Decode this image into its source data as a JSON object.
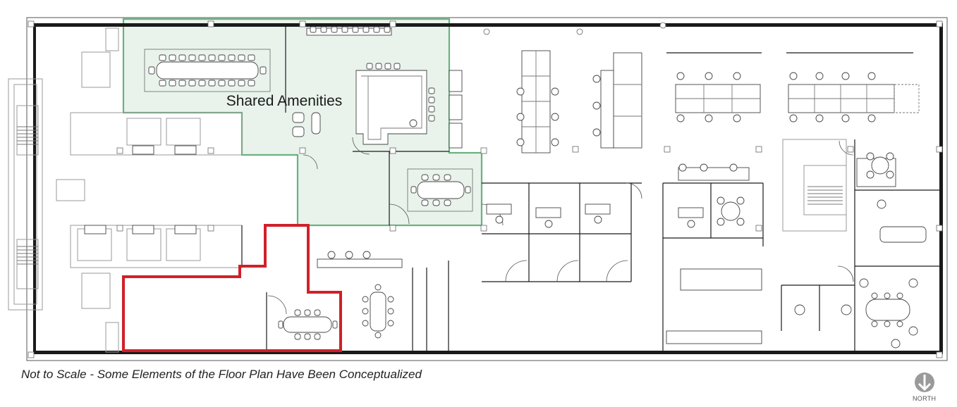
{
  "plan": {
    "shared_label": "Shared Amenities",
    "caption": "Not to Scale - Some Elements of the Floor Plan Have Been Conceptualized",
    "north_label": "NORTH"
  },
  "colors": {
    "shared_fill": "#e9f3ec",
    "shared_stroke": "#6ab27e",
    "suite_stroke": "#d0202a",
    "wall": "#1a1a1a",
    "core": "#9a9a9a"
  }
}
